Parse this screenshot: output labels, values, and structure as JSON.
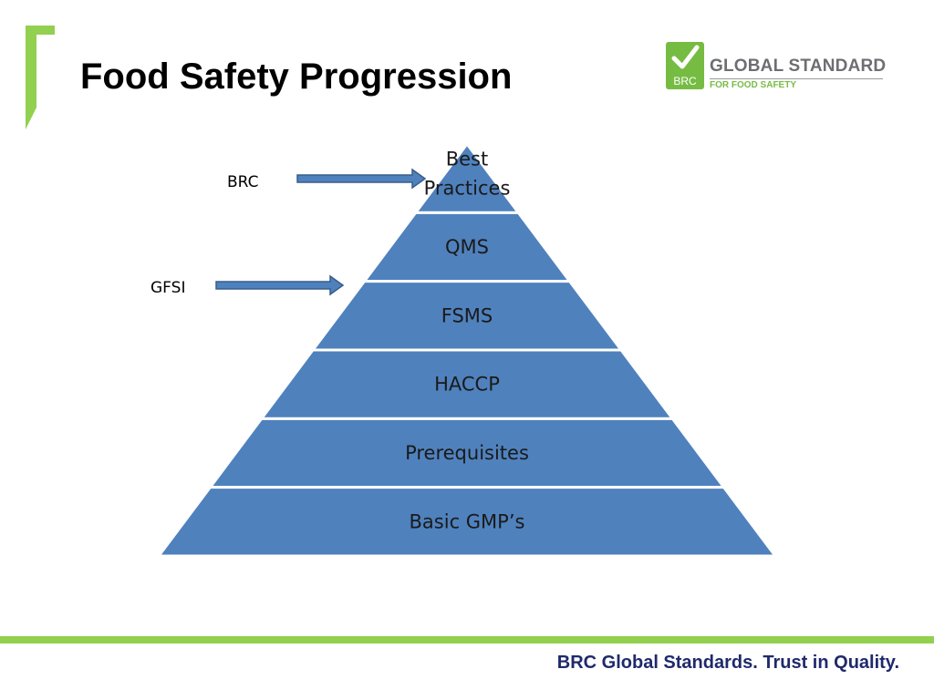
{
  "slide": {
    "title": "Food Safety Progression",
    "footer": "BRC Global Standards. Trust in Quality."
  },
  "logo": {
    "badge": "BRC",
    "main": "GLOBAL STANDARD",
    "sub": "FOR FOOD SAFETY"
  },
  "pyramid": {
    "tiers": [
      {
        "lines": [
          "Best",
          "Practices"
        ]
      },
      {
        "lines": [
          "QMS"
        ]
      },
      {
        "lines": [
          "FSMS"
        ]
      },
      {
        "lines": [
          "HACCP"
        ]
      },
      {
        "lines": [
          "Prerequisites"
        ]
      },
      {
        "lines": [
          "Basic GMP’s"
        ]
      }
    ]
  },
  "callouts": [
    {
      "label": "BRC",
      "target_tier": 0
    },
    {
      "label": "GFSI",
      "target_tier": 1
    }
  ],
  "colors": {
    "tier_fill": "#4f81bd",
    "tier_divider": "#ffffff",
    "arrow_fill": "#4f81bd",
    "arrow_stroke": "#385d8a",
    "accent_green": "#92d050",
    "footer_text": "#1f2a6b"
  }
}
